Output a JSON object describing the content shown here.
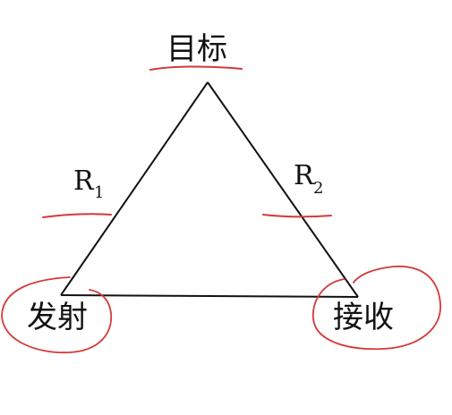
{
  "nodes": {
    "target": {
      "label": "目标"
    },
    "transmit": {
      "label": "发射"
    },
    "receive": {
      "label": "接收"
    }
  },
  "edges": {
    "r1": {
      "symbol": "R",
      "subscript": "1"
    },
    "r2": {
      "symbol": "R",
      "subscript": "2"
    }
  },
  "colors": {
    "line": "#111111",
    "annotation": "#d33a3a"
  }
}
